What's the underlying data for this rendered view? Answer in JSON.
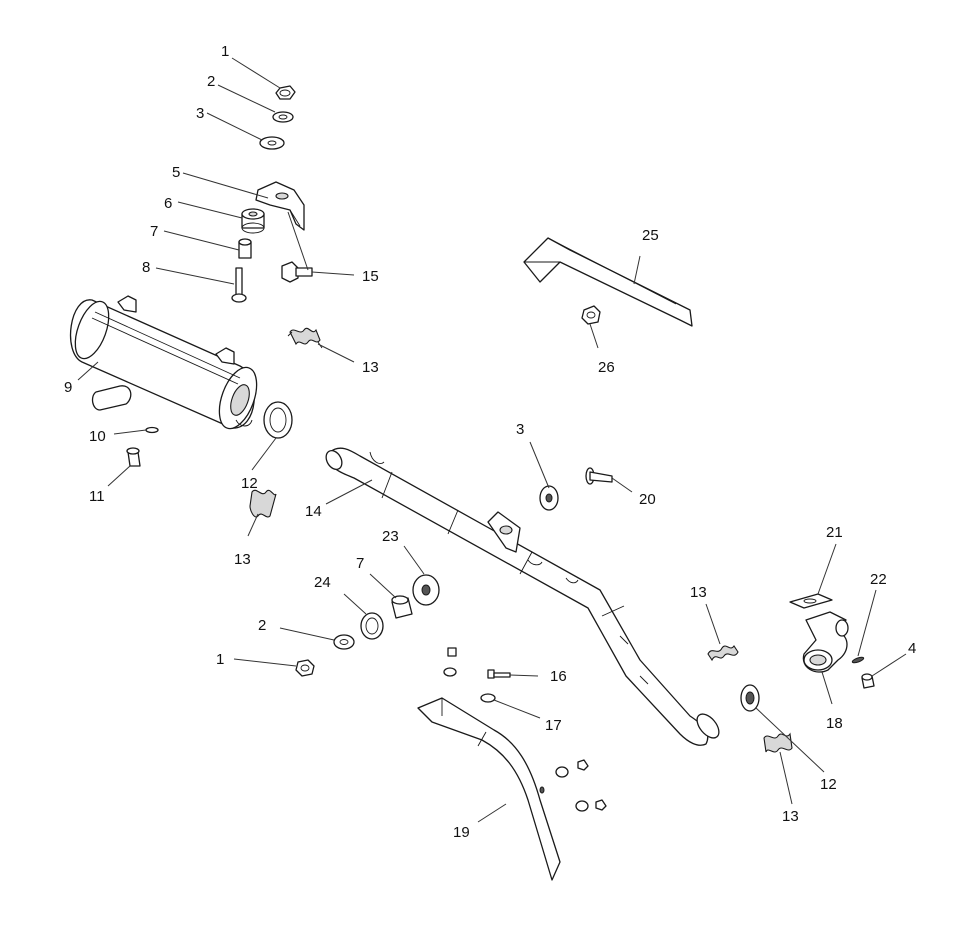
{
  "colors": {
    "line": "#1a1a1a",
    "fill": "#ffffff",
    "shade": "#d8d8d8",
    "background": "#ffffff"
  },
  "callouts": [
    {
      "id": "c-1a",
      "label": "1"
    },
    {
      "id": "c-2a",
      "label": "2"
    },
    {
      "id": "c-3a",
      "label": "3"
    },
    {
      "id": "c-5",
      "label": "5"
    },
    {
      "id": "c-6",
      "label": "6"
    },
    {
      "id": "c-7a",
      "label": "7"
    },
    {
      "id": "c-8",
      "label": "8"
    },
    {
      "id": "c-15",
      "label": "15"
    },
    {
      "id": "c-13a",
      "label": "13"
    },
    {
      "id": "c-9",
      "label": "9"
    },
    {
      "id": "c-10",
      "label": "10"
    },
    {
      "id": "c-11",
      "label": "11"
    },
    {
      "id": "c-12a",
      "label": "12"
    },
    {
      "id": "c-13b",
      "label": "13"
    },
    {
      "id": "c-14",
      "label": "14"
    },
    {
      "id": "c-25",
      "label": "25"
    },
    {
      "id": "c-26",
      "label": "26"
    },
    {
      "id": "c-3b",
      "label": "3"
    },
    {
      "id": "c-20",
      "label": "20"
    },
    {
      "id": "c-23",
      "label": "23"
    },
    {
      "id": "c-7b",
      "label": "7"
    },
    {
      "id": "c-24",
      "label": "24"
    },
    {
      "id": "c-2b",
      "label": "2"
    },
    {
      "id": "c-1b",
      "label": "1"
    },
    {
      "id": "c-16",
      "label": "16"
    },
    {
      "id": "c-17",
      "label": "17"
    },
    {
      "id": "c-19",
      "label": "19"
    },
    {
      "id": "c-13c",
      "label": "13"
    },
    {
      "id": "c-21",
      "label": "21"
    },
    {
      "id": "c-22",
      "label": "22"
    },
    {
      "id": "c-4",
      "label": "4"
    },
    {
      "id": "c-18",
      "label": "18"
    },
    {
      "id": "c-12b",
      "label": "12"
    },
    {
      "id": "c-13d",
      "label": "13"
    }
  ]
}
